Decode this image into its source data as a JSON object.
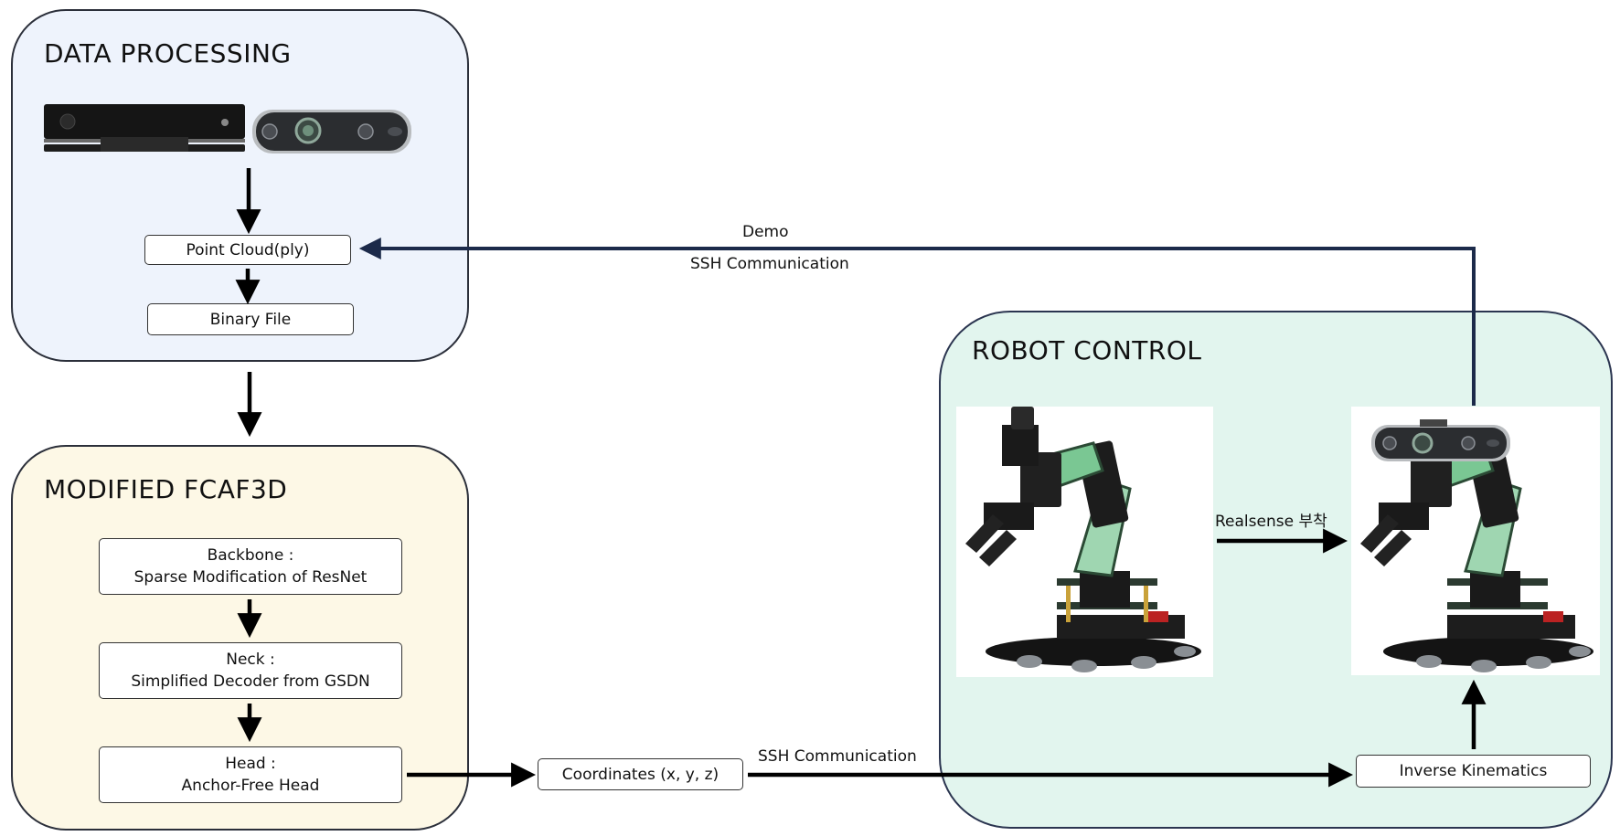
{
  "panels": {
    "data_processing": {
      "title": "DATA PROCESSING"
    },
    "modified_fcaf3d": {
      "title": "MODIFIED FCAF3D"
    },
    "robot_control": {
      "title": "ROBOT CONTROL"
    }
  },
  "boxes": {
    "point_cloud": "Point Cloud(ply)",
    "binary_file": "Binary File",
    "backbone": {
      "line1": "Backbone :",
      "line2": "Sparse Modification of ResNet"
    },
    "neck": {
      "line1": "Neck :",
      "line2": "Simplified Decoder from GSDN"
    },
    "head": {
      "line1": "Head :",
      "line2": "Anchor-Free Head"
    },
    "coordinates": "Coordinates (x, y, z)",
    "inverse_kinematics": "Inverse Kinematics"
  },
  "edge_labels": {
    "demo": "Demo",
    "ssh_top": "SSH Communication",
    "ssh_bottom": "SSH Communication",
    "realsense": "Realsense 부착"
  },
  "images": {
    "sensor_kinect": "kinect-sensor",
    "sensor_realsense": "realsense-camera",
    "robot_arm": "robot-arm",
    "robot_arm_with_camera": "robot-arm-with-realsense"
  },
  "colors": {
    "data_processing_bg": "#eef3fc",
    "fcaf3d_bg": "#fdf8e6",
    "robot_control_bg": "#e2f5ee",
    "feedback_arrow": "#1c2a4a"
  }
}
